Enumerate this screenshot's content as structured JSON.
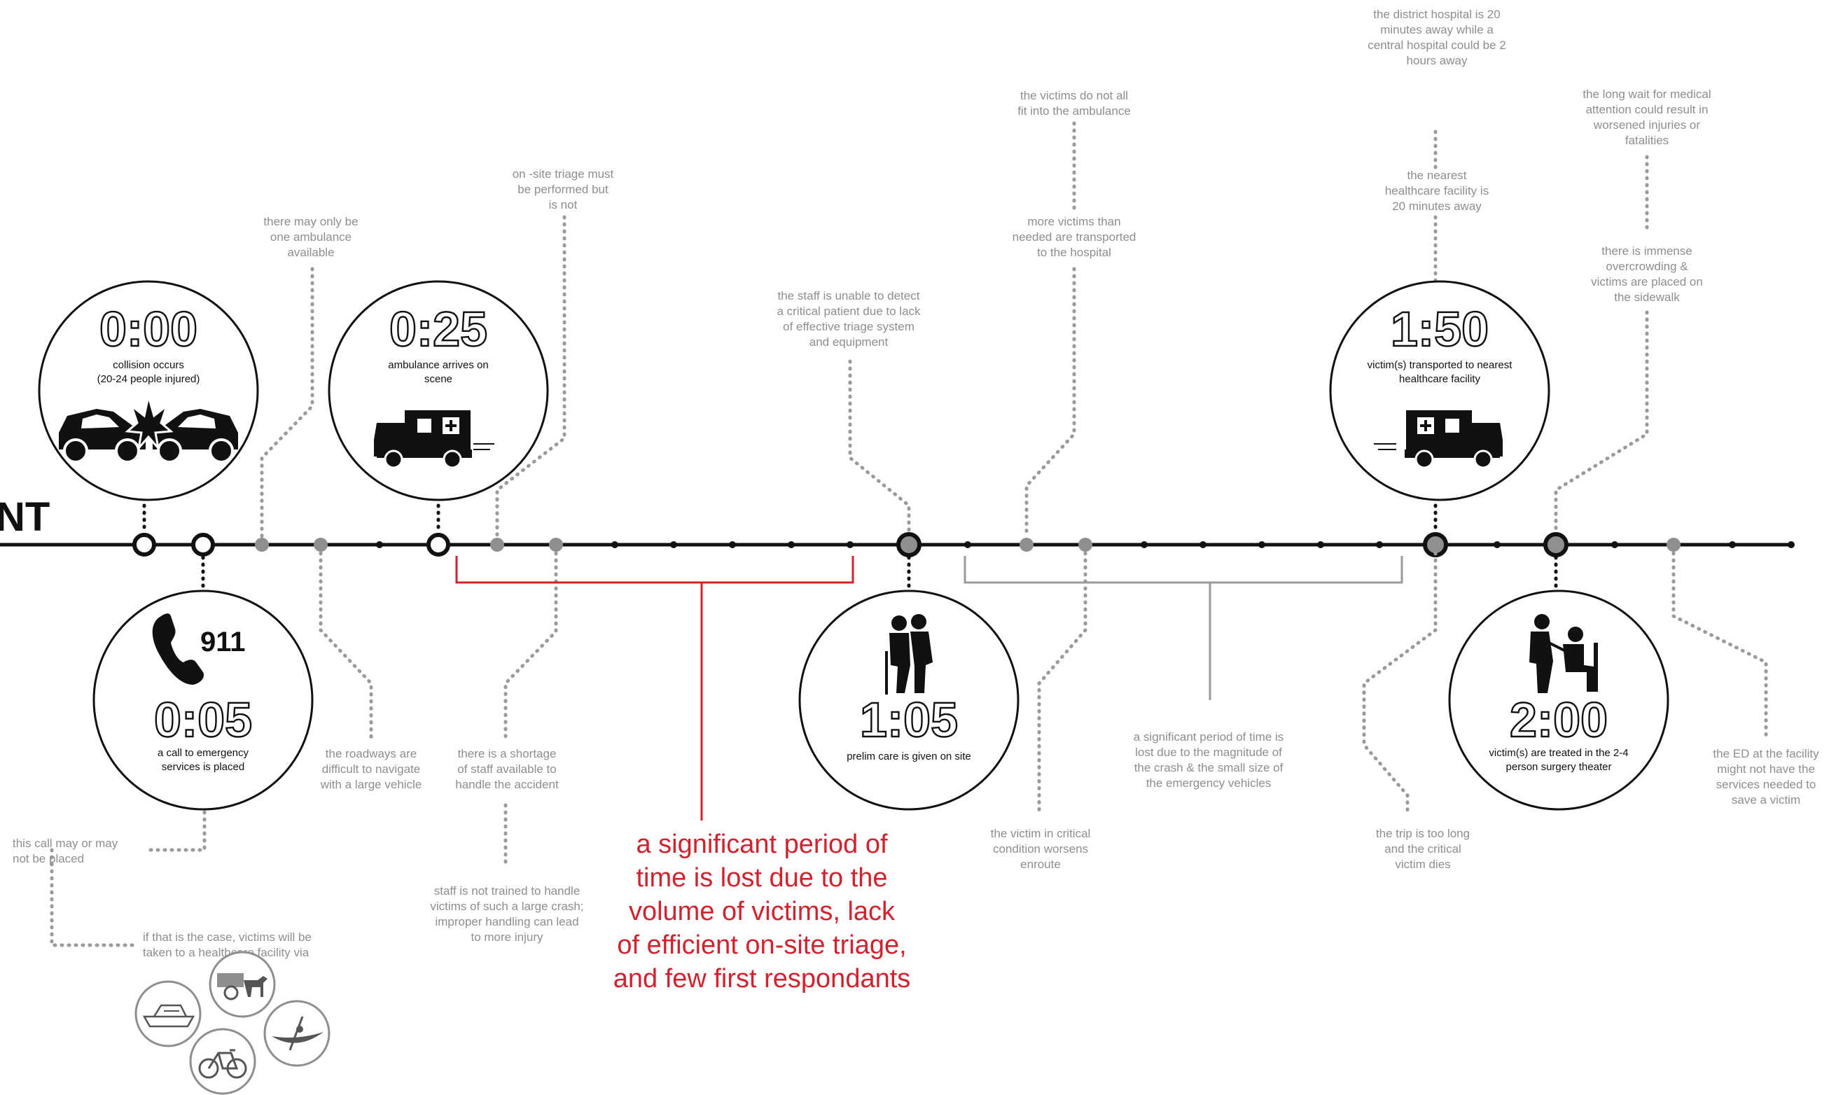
{
  "title_fragment": "NT",
  "stages": [
    {
      "time": "0:00",
      "caption": [
        "collision occurs",
        "(20-24 people injured)"
      ],
      "icon": "car-collision-icon"
    },
    {
      "time": "0:05",
      "caption": [
        "a call to emergency",
        "services is placed"
      ],
      "icon": "phone-911-icon",
      "badge": "911"
    },
    {
      "time": "0:25",
      "caption": [
        "ambulance arrives on",
        "scene"
      ],
      "icon": "ambulance-icon"
    },
    {
      "time": "1:05",
      "caption": [
        "prelim care is given on site"
      ],
      "icon": "injured-people-icon"
    },
    {
      "time": "1:50",
      "caption": [
        "victim(s) transported to nearest",
        "healthcare facility"
      ],
      "icon": "ambulance-icon"
    },
    {
      "time": "2:00",
      "caption": [
        "victim(s) are treated in the 2-4",
        "person surgery theater"
      ],
      "icon": "doctor-patient-icon"
    }
  ],
  "notes": {
    "one_ambulance": [
      "there may only be",
      "one ambulance",
      "available"
    ],
    "triage_not_performed": [
      "on -site triage must",
      "be performed but",
      "is not"
    ],
    "staff_unable_detect": [
      "the staff is unable to detect",
      "a critical patient due to lack",
      "of effective triage system",
      "and equipment"
    ],
    "victims_not_fit": [
      "the victims do not all",
      "fit into the ambulance"
    ],
    "more_victims": [
      "more victims than",
      "needed are transported",
      "to the hospital"
    ],
    "district_hospital": [
      "the district hospital is 20",
      "minutes away while a",
      "central hospital could be 2",
      "hours away"
    ],
    "nearest_facility": [
      "the nearest",
      "healthcare facility is",
      "20 minutes away"
    ],
    "long_wait": [
      "the long wait for medical",
      "attention could result in",
      "worsened injuries or",
      "fatalities"
    ],
    "overcrowding": [
      "there is immense",
      "overcrowding &",
      "victims are placed on",
      "the sidewalk"
    ],
    "roadways": [
      "the roadways are",
      "difficult to navigate",
      "with a large vehicle"
    ],
    "staff_shortage": [
      "there is a shortage",
      "of staff available to",
      "handle the accident"
    ],
    "not_trained": [
      "staff is not trained to handle",
      "victims of such a large crash;",
      "improper handling can lead",
      "to more injury"
    ],
    "call_may_not": [
      "this call may or may",
      "not be placed"
    ],
    "if_that_case": [
      "if that is the case, victims will be",
      "taken to a healthcare facility via"
    ],
    "critical_worsens": [
      "the victim in critical",
      "condition worsens",
      "enroute"
    ],
    "magnitude": [
      "a significant period of time is",
      "lost due to the magnitude of",
      "the crash & the small size of",
      "the emergency vehicles"
    ],
    "trip_too_long": [
      "the trip is too long",
      "and the critical",
      "victim dies"
    ],
    "ed_facility": [
      "the ED at the facility",
      "might not have the",
      "services needed to",
      "save a victim"
    ]
  },
  "red_note": [
    "a significant period of",
    "time is lost due to the",
    "volume of victims, lack",
    "of efficient on-site triage,",
    "and few first respondants"
  ],
  "transport_modes": [
    "boat-icon",
    "cart-icon",
    "canoe-icon",
    "bicycle-icon"
  ],
  "colors": {
    "line": "#111111",
    "note": "#8e8e8e",
    "accent": "#d3212d",
    "marker_fill": "#8f8f8f"
  }
}
